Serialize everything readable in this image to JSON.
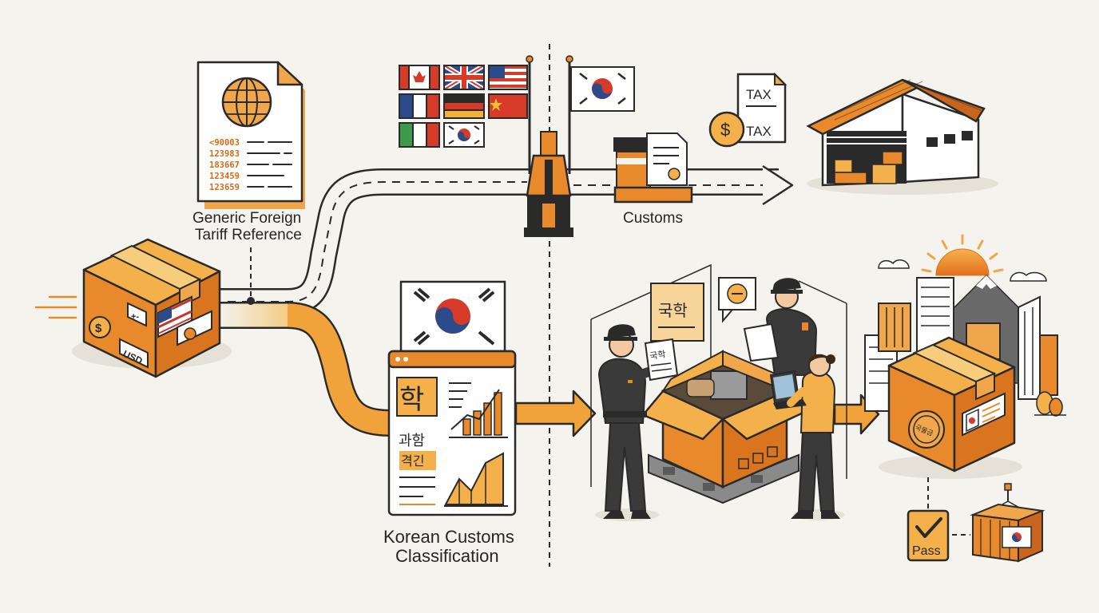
{
  "labels": {
    "foreign_reference_line1": "Generic Foreign",
    "foreign_reference_line2": "Tariff Reference",
    "customs": "Customs",
    "korean_classification_line1": "Korean Customs",
    "korean_classification_line2": "Classification",
    "pass": "Pass"
  },
  "foreign_doc_codes": [
    "<90003",
    "123983",
    "183667",
    "123459",
    "123659"
  ],
  "package_tags": {
    "currency": "USD",
    "dollar_symbol": "$",
    "plus_minus": "+-"
  },
  "tax_doc": {
    "line1": "TAX",
    "line2": "TAX",
    "coin_symbol": "$"
  },
  "korean_glyphs": {
    "big": "학",
    "word": "과함",
    "highlight": "격긴",
    "sign": "국학",
    "paper": "국학",
    "stamp": "국물금"
  },
  "colors": {
    "orange": "#e8892b",
    "light_orange": "#f4b04a",
    "dark_orange": "#c9651c",
    "ink": "#2a2a2a",
    "background": "#f5f3ee"
  }
}
